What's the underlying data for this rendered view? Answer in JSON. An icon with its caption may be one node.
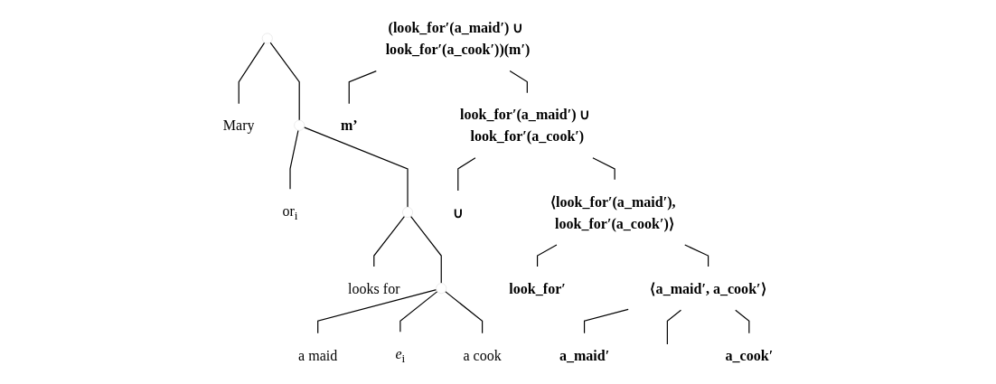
{
  "diagram": {
    "nodes": [
      {
        "text": [],
        "shape": "point"
      },
      {
        "text": [
          "Mary"
        ]
      },
      {
        "text": [],
        "shape": "point"
      },
      {
        "text": [
          "or$_{i}$"
        ]
      },
      {
        "text": [],
        "shape": "point"
      },
      {
        "text": [
          "looks for"
        ]
      },
      {
        "text": [],
        "shape": "point"
      },
      {
        "text": [
          "a maid"
        ]
      },
      {
        "text": [
          "*e*$_{i}$"
        ]
      },
      {
        "text": [
          "a cook"
        ]
      },
      {
        "text": [
          "(look_for′(a_maid′) ∪ look_for′(a_cook′))(m′)"
        ]
      },
      {
        "text": [
          "m’"
        ]
      },
      {
        "text": [
          "look_for′(a_maid′) ∪ look_for′(a_cook′)"
        ]
      },
      {
        "text": [
          "∪"
        ]
      },
      {
        "text": [
          "⟨look_for′(a_maid′), look_for′(a_cook′)⟩"
        ]
      },
      {
        "text": [
          "look_for′"
        ]
      },
      {
        "text": [
          "⟨a_maid′, a_cook′⟩"
        ]
      },
      {
        "text": [
          "a_maid′"
        ]
      },
      {
        "text": [
          "a_cook′"
        ]
      }
    ],
    "edges": [
      {
        "from": 0,
        "to": 1,
        "arrow": "none"
      },
      {
        "from": 0,
        "to": 2,
        "arrow": "none"
      },
      {
        "from": 2,
        "to": 3,
        "arrow": "none"
      },
      {
        "from": 2,
        "to": 4,
        "arrow": "none"
      },
      {
        "from": 4,
        "to": 5,
        "arrow": "none"
      },
      {
        "from": 4,
        "to": 6,
        "arrow": "none"
      },
      {
        "from": 6,
        "to": 7,
        "arrow": "none"
      },
      {
        "from": 6,
        "to": 8,
        "arrow": "none"
      },
      {
        "from": 6,
        "to": 9,
        "arrow": "none"
      },
      {
        "from": 10,
        "to": 11,
        "arrow": "none"
      },
      {
        "from": 10,
        "to": 12,
        "arrow": "none"
      },
      {
        "from": 12,
        "to": 13,
        "arrow": "none"
      },
      {
        "from": 12,
        "to": 14,
        "arrow": "none"
      },
      {
        "from": 14,
        "to": 15,
        "arrow": "none"
      },
      {
        "from": 14,
        "to": 16,
        "arrow": "none"
      },
      {
        "from": 16,
        "to": 17,
        "arrow": "none"
      },
      {
        "from": 16,
        "to": null,
        "arrow": "none"
      },
      {
        "from": 16,
        "to": 18,
        "arrow": "none"
      }
    ]
  }
}
